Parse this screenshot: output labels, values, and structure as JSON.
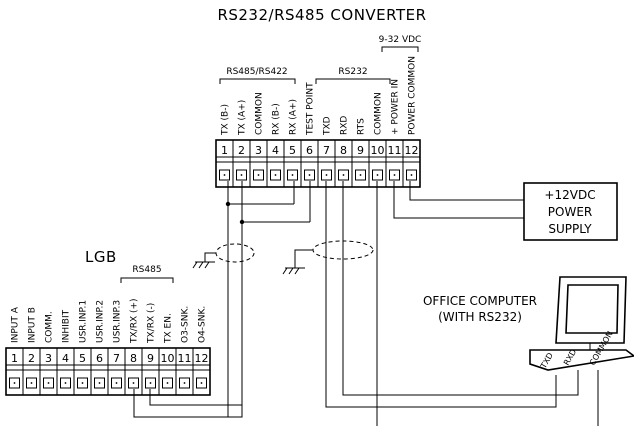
{
  "title": "RS232/RS485 CONVERTER",
  "converter": {
    "groups": {
      "rs485_422": "RS485/RS422",
      "rs232": "RS232",
      "power": "9-32 VDC"
    },
    "pins": [
      {
        "n": "1",
        "label": "TX (B-)"
      },
      {
        "n": "2",
        "label": "TX (A+)"
      },
      {
        "n": "3",
        "label": "COMMON"
      },
      {
        "n": "4",
        "label": "RX (B-)"
      },
      {
        "n": "5",
        "label": "RX (A+)"
      },
      {
        "n": "6",
        "label": "TEST POINT"
      },
      {
        "n": "7",
        "label": "TXD"
      },
      {
        "n": "8",
        "label": "RXD"
      },
      {
        "n": "9",
        "label": "RTS"
      },
      {
        "n": "10",
        "label": "COMMON"
      },
      {
        "n": "11",
        "label": "+ POWER IN"
      },
      {
        "n": "12",
        "label": "POWER COMMON"
      }
    ]
  },
  "power_supply": {
    "line1": "+12VDC",
    "line2": "POWER",
    "line3": "SUPPLY"
  },
  "lgb": {
    "title": "LGB",
    "group": "RS485",
    "pins": [
      {
        "n": "1",
        "label": "INPUT A"
      },
      {
        "n": "2",
        "label": "INPUT B"
      },
      {
        "n": "3",
        "label": "COMM."
      },
      {
        "n": "4",
        "label": "INHIBIT"
      },
      {
        "n": "5",
        "label": "USR.INP.1"
      },
      {
        "n": "6",
        "label": "USR.INP.2"
      },
      {
        "n": "7",
        "label": "USR.INP.3"
      },
      {
        "n": "8",
        "label": "TX/RX (+)"
      },
      {
        "n": "9",
        "label": "TX/RX (-)"
      },
      {
        "n": "10",
        "label": "TX EN."
      },
      {
        "n": "11",
        "label": "O3-SNK."
      },
      {
        "n": "12",
        "label": "O4-SNK."
      }
    ]
  },
  "computer": {
    "line1": "OFFICE COMPUTER",
    "line2": "(WITH RS232)",
    "ports": {
      "txd": "TXD",
      "rxd": "RXD",
      "common": "COMMON"
    }
  }
}
